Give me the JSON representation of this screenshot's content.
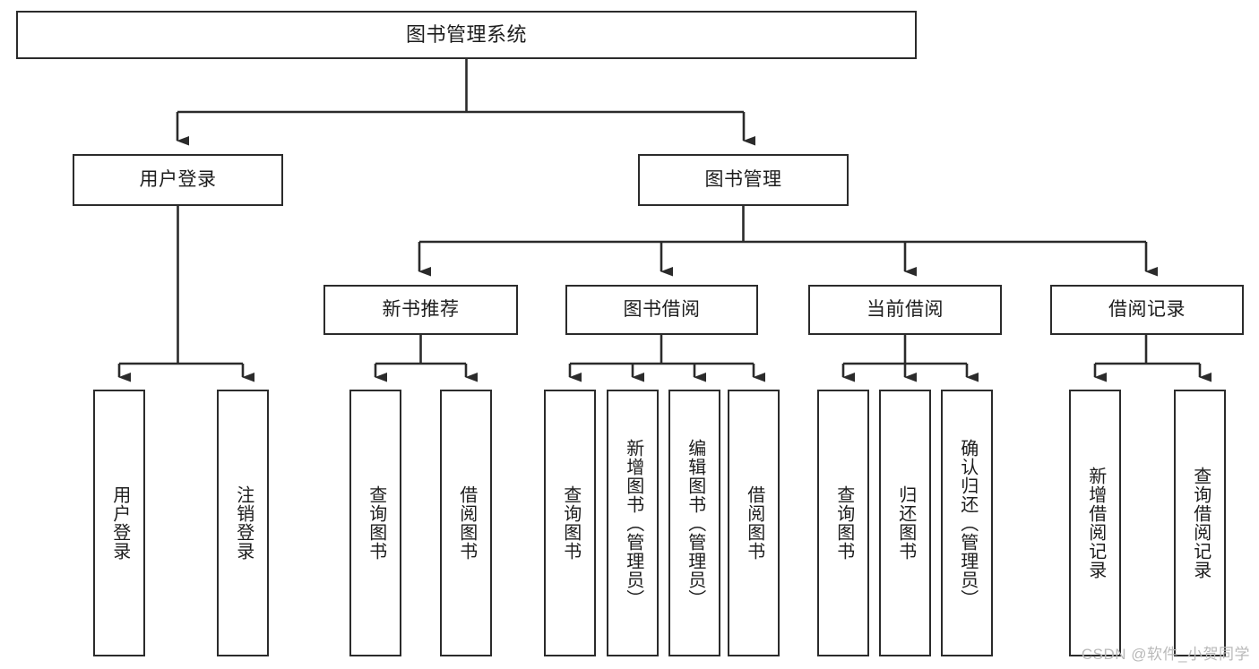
{
  "diagram": {
    "title": "图书管理系统",
    "type": "tree",
    "background_color": "#ffffff",
    "node_border_color": "#2b2b2b",
    "node_fill_color": "#ffffff",
    "edge_color": "#2b2b2b"
  },
  "nodes": {
    "root": {
      "label": "图书管理系统",
      "level": 1
    },
    "level2": [
      {
        "id": "user-login",
        "label": "用户登录",
        "level": 2
      },
      {
        "id": "book-management",
        "label": "图书管理",
        "level": 2
      }
    ],
    "level3": [
      {
        "id": "new-book-recommend",
        "label": "新书推荐",
        "level": 3
      },
      {
        "id": "book-borrow",
        "label": "图书借阅",
        "level": 3
      },
      {
        "id": "current-borrow",
        "label": "当前借阅",
        "level": 3
      },
      {
        "id": "borrow-record",
        "label": "借阅记录",
        "level": 3
      }
    ],
    "leaves": [
      {
        "id": "leaf-user-login",
        "label": "用户登录",
        "parent": "user-login"
      },
      {
        "id": "leaf-logout",
        "label": "注销登录",
        "parent": "user-login"
      },
      {
        "id": "leaf-query-book-1",
        "label": "查询图书",
        "parent": "new-book-recommend"
      },
      {
        "id": "leaf-borrow-book-1",
        "label": "借阅图书",
        "parent": "new-book-recommend"
      },
      {
        "id": "leaf-query-book-2",
        "label": "查询图书",
        "parent": "book-borrow"
      },
      {
        "id": "leaf-add-book",
        "label": "新增图书（管理员）",
        "parent": "book-borrow"
      },
      {
        "id": "leaf-edit-book",
        "label": "编辑图书（管理员）",
        "parent": "book-borrow"
      },
      {
        "id": "leaf-borrow-book-2",
        "label": "借阅图书",
        "parent": "book-borrow"
      },
      {
        "id": "leaf-query-book-3",
        "label": "查询图书",
        "parent": "current-borrow"
      },
      {
        "id": "leaf-return-book",
        "label": "归还图书",
        "parent": "current-borrow"
      },
      {
        "id": "leaf-confirm-return",
        "label": "确认归还（管理员）",
        "parent": "current-borrow"
      },
      {
        "id": "leaf-add-record",
        "label": "新增借阅记录",
        "parent": "borrow-record"
      },
      {
        "id": "leaf-query-record",
        "label": "查询借阅记录",
        "parent": "borrow-record"
      }
    ]
  },
  "watermark": {
    "text": "CSDN @软件_小贺同学"
  }
}
